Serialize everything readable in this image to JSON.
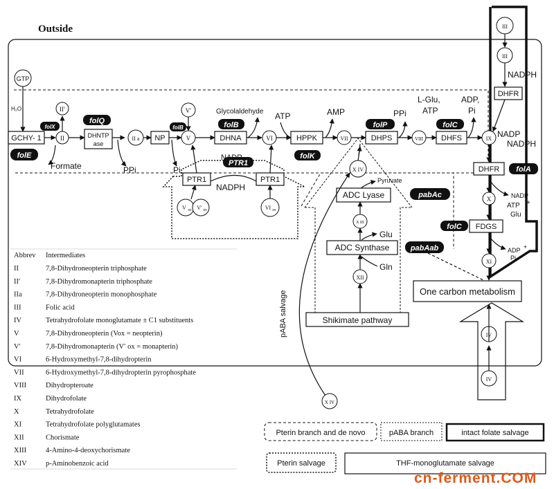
{
  "outside_label": "Outside",
  "nodes": {
    "gtp": "GTP",
    "h2o": "H₂O",
    "gchy": "GCHY- 1",
    "ii": "II",
    "ii_prime": "II′",
    "dhntpase": [
      "DHNTP",
      "ase"
    ],
    "iia": "II a",
    "np": "NP",
    "v": "V",
    "v_prime": "V′",
    "dhna": "DHNA",
    "vi": "VI",
    "hppk": "HPPK",
    "vii": "VII",
    "dhps": "DHPS",
    "viii": "VIII",
    "dhfs": "DHFS",
    "ix": "IX",
    "dhfr_top": "DHFR",
    "dhfr_mid": "DHFR",
    "x": "X",
    "fdgs": "FDGS",
    "xi": "XI",
    "iii_top": "III",
    "iii_mid": "III",
    "xiv": "X IV",
    "xiv_bottom": "X IV",
    "xiii": "X III",
    "xii": "XII",
    "iv_top": "IV",
    "iv_bottom": "IV",
    "ptr1_left": "PTR1",
    "ptr1_right": "PTR1",
    "v_ox": "V",
    "v_prime_ox": "V′",
    "vi_ox": "VI",
    "ox_sub": "ox",
    "adc_lyase": "ADC Lyase",
    "adc_synthase": "ADC Synthase",
    "shikimate": "Shikimate pathway",
    "one_carbon": "One carbon metabolism"
  },
  "genes": {
    "folE": "folE",
    "folX": "folX",
    "folQ": "folQ",
    "folB_small": "folB",
    "folB": "folB",
    "folK": "folK",
    "folP": "folP",
    "folC_top": "folC",
    "folA": "folA",
    "folC_bottom": "folC",
    "ptr1_gene": "PTR1",
    "pabAc": "pabAc",
    "pabAab": "pabAab"
  },
  "metabolites": {
    "formate": "Formate",
    "ppi_1": "PPi",
    "pi_1": "Pi",
    "glycolaldehyde": "Glycolaldehyde",
    "atp_1": "ATP",
    "amp": "AMP",
    "ppi_2": "PPi",
    "lglu": "L-Glu,",
    "atp_2": "ATP",
    "adp_1": "ADP,",
    "pi_2": "Pi",
    "nadph_top": "NADPH",
    "nadp_1": "NADP",
    "nadph_1": "NADPH",
    "nadp_2": "NADP",
    "nadph_2": "NADPH",
    "nadp_3": "NADP",
    "atp_3": "ATP",
    "plus": "+",
    "glu_1": "Glu",
    "adp_2": "ADP",
    "pi_3": "Pi",
    "plus_2": "+",
    "pyruvate": "Pyruvate",
    "glu_2": "Glu",
    "gln": "Gln",
    "paba_salvage": "pABA salvage"
  },
  "abbrev_table": {
    "header": [
      "Abbrev",
      "Intermediates"
    ],
    "rows": [
      [
        "II",
        "7,8-Dihydroneopterin triphosphate"
      ],
      [
        "II′",
        "7,8-Dihydromonapterin triphosphate"
      ],
      [
        "IIa",
        "7,8-Dihydroneopterin monophosphate"
      ],
      [
        "III",
        "Folic acid"
      ],
      [
        "IV",
        "Tetrahydrofolate monoglutamate ± C1 substituents"
      ],
      [
        "V",
        "7,8-Dihydroneopterin (Vox = neopterin)"
      ],
      [
        "V′",
        "7,8-Dihydromonapterin (V′ ox = monapterin)"
      ],
      [
        "VI",
        "6-Hydroxymethyl-7,8-dihydropterin"
      ],
      [
        "VII",
        "6-Hydroxymethyl-7,8-dihydropterin pyrophosphate"
      ],
      [
        "VIII",
        "Dihydropteroate"
      ],
      [
        "IX",
        "Dihydrofolate"
      ],
      [
        "X",
        "Tetrahydrofolate"
      ],
      [
        "XI",
        "Tetrahydrofolate polyglutamates"
      ],
      [
        "XII",
        "Chorismate"
      ],
      [
        "XIII",
        "4-Amino-4-deoxychorismate"
      ],
      [
        "XIV",
        "p-Aminobenzoic acid"
      ]
    ]
  },
  "legend": {
    "pterin_branch": "Pterin branch and de novo",
    "paba_branch": "pABA branch",
    "intact_folate": "intact folate salvage",
    "pterin_salvage": "Pterin salvage",
    "thf_mono": "THF-monoglutamate salvage"
  },
  "watermark": "cn-ferment.COM"
}
